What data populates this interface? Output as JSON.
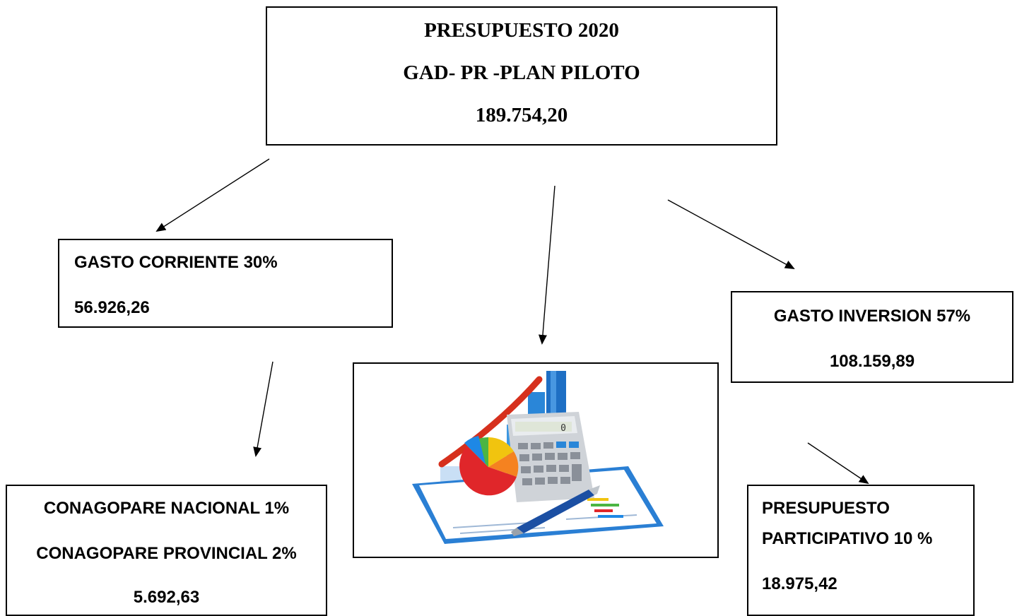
{
  "top_box": {
    "line1": "PRESUPUESTO 2020",
    "line2": "GAD- PR -PLAN PILOTO",
    "line3": "189.754,20"
  },
  "gasto_corriente": {
    "title": "GASTO CORRIENTE  30%",
    "value": "56.926,26"
  },
  "gasto_inversion": {
    "title": "GASTO INVERSION 57%",
    "value": "108.159,89"
  },
  "conagopare": {
    "line1": "CONAGOPARE NACIONAL 1%",
    "line2": "CONAGOPARE PROVINCIAL 2%",
    "value": "5.692,63"
  },
  "participativo": {
    "line1": "PRESUPUESTO",
    "line2": "PARTICIPATIVO 10 %",
    "value": "18.975,42"
  },
  "illustration": {
    "calculator_display": "0",
    "icon": "accounting-calculator-chart-icon"
  },
  "colors": {
    "border": "#000000",
    "clipboard": "#2a7fd4",
    "trend_line": "#d6301d",
    "pie_red": "#e0262a",
    "pie_green": "#4bb543",
    "pie_yellow": "#f1c40f",
    "pie_orange": "#f58220",
    "pie_blue": "#1e88e5"
  }
}
